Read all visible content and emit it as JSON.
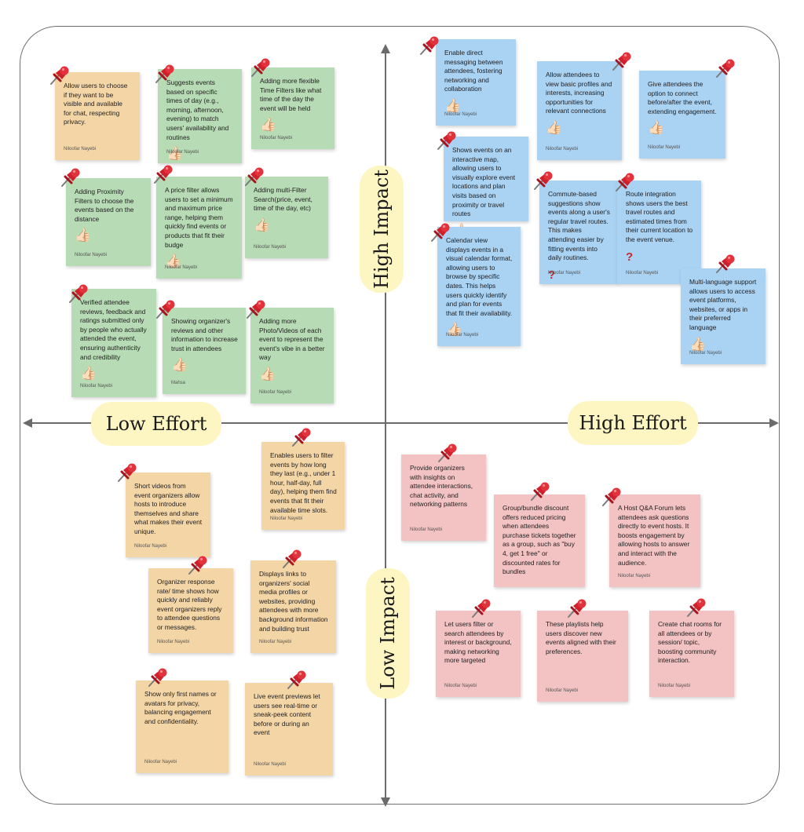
{
  "axes": {
    "low_effort": "Low Effort",
    "high_effort": "High Effort",
    "high_impact": "High Impact",
    "low_impact": "Low Impact"
  },
  "colors": {
    "orange_note": "#f4d5a6",
    "green_note": "#b7dbb4",
    "blue_note": "#a9d2f3",
    "pink_note": "#f3c3c3",
    "axis_label_bg": "#fdf6c3",
    "pin": "#d0202c"
  },
  "icons": {
    "pin": "pushpin-icon",
    "thumb": "thumbs-up-icon",
    "question": "question-mark-icon"
  },
  "notes": [
    {
      "text": "Allow users to choose if they want to be visible and available for chat, respecting privacy.",
      "author": "Niloofar Nayebi",
      "color": "orange",
      "mark": ""
    },
    {
      "text": "Suggests events based on specific times of day (e.g., morning, afternoon, evening) to match users' availability and routines",
      "author": "Niloofar Nayebi",
      "color": "green",
      "mark": "👍🏻"
    },
    {
      "text": "Adding more flexible Time Filters like what time of the day the event will be held",
      "author": "Niloofar Nayebi",
      "color": "green",
      "mark": "👍🏻"
    },
    {
      "text": "Adding Proximity Filters to choose the events based on the distance",
      "author": "Niloofar Nayebi",
      "color": "green",
      "mark": "👍🏻"
    },
    {
      "text": "A price filter allows users to set a minimum and maximum price range, helping them quickly find events or products that fit their budge",
      "author": "Niloofar Nayebi",
      "color": "green",
      "mark": "👍🏻"
    },
    {
      "text": "Adding multi-Filter Search(price, event, time of the day, etc)",
      "author": "Niloofar Nayebi",
      "color": "green",
      "mark": "👍🏻"
    },
    {
      "text": "Verified attendee reviews, feedback and ratings submitted only by people who actually attended the event, ensuring authenticity and credibility",
      "author": "Niloofar Nayebi",
      "color": "green",
      "mark": "👍🏻"
    },
    {
      "text": "Showing organizer's reviews and other information to increase trust in attendees",
      "author": "Mahsa",
      "color": "green",
      "mark": "👍🏻"
    },
    {
      "text": "Adding more Photo/Videos of each event to represent the event's vibe in a better way",
      "author": "Niloofar Nayebi",
      "color": "green",
      "mark": "👍🏻"
    },
    {
      "text": "Enable direct messaging between attendees, fostering networking and collaboration",
      "author": "Niloofar Nayebi",
      "color": "blue",
      "mark": "👍🏻"
    },
    {
      "text": "Allow attendees to view basic profiles and interests, increasing opportunities for relevant connections",
      "author": "Niloofar Nayebi",
      "color": "blue",
      "mark": "👍🏻"
    },
    {
      "text": "Give attendees the option to connect before/after the event, extending engagement.",
      "author": "Niloofar Nayebi",
      "color": "blue",
      "mark": "👍🏻"
    },
    {
      "text": "Shows events on an interactive map, allowing users to visually explore event locations and plan visits based on proximity or travel routes",
      "author": "",
      "color": "blue",
      "mark": "👍🏻"
    },
    {
      "text": "Commute-based suggestions show events along a user's regular travel routes. This makes attending easier by fitting events into daily routines.",
      "author": "Niloofar Nayebi",
      "color": "blue",
      "mark": "?"
    },
    {
      "text": "Route integration shows users the best travel routes and estimated times from their current location to the event venue.",
      "author": "Niloofar Nayebi",
      "color": "blue",
      "mark": "?"
    },
    {
      "text": "Calendar view displays events in a visual calendar format, allowing users to browse by specific dates. This helps users quickly identify and plan for events that fit their availability.",
      "author": "Niloofar Nayebi",
      "color": "blue",
      "mark": "👍🏻"
    },
    {
      "text": "Multi-language support allows users to access event platforms, websites, or apps in their preferred language",
      "author": "Niloofar Nayebi",
      "color": "blue",
      "mark": "👍🏻"
    },
    {
      "text": "Enables users to filter events by how long they last (e.g., under 1 hour, half-day, full day), helping them find events that fit their available time slots.",
      "author": "Niloofar Nayebi",
      "color": "orange",
      "mark": ""
    },
    {
      "text": "Short videos from event organizers allow hosts to introduce themselves and share what makes their event unique.",
      "author": "Niloofar Nayebi",
      "color": "orange",
      "mark": ""
    },
    {
      "text": "Organizer response rate/ time shows how quickly and reliably event organizers reply to attendee questions or messages.",
      "author": "Niloofar Nayebi",
      "color": "orange",
      "mark": ""
    },
    {
      "text": "Displays links to organizers' social media profiles or websites, providing attendees with more background information and building trust",
      "author": "Niloofar Nayebi",
      "color": "orange",
      "mark": ""
    },
    {
      "text": "Show only first names or avatars for privacy, balancing engagement and confidentiality.",
      "author": "Niloofar Nayebi",
      "color": "orange",
      "mark": ""
    },
    {
      "text": "Live event previews let users see real-time or sneak-peek content before or during an event",
      "author": "Niloofar Nayebi",
      "color": "orange",
      "mark": ""
    },
    {
      "text": "Provide organizers with insights on attendee interactions, chat activity, and networking patterns",
      "author": "Niloofar Nayebi",
      "color": "pink",
      "mark": ""
    },
    {
      "text": "Group/bundle discount offers reduced pricing when attendees purchase tickets together as a group, such as \"buy 4, get 1 free\" or discounted rates for bundles",
      "author": "",
      "color": "pink",
      "mark": ""
    },
    {
      "text": "A Host Q&A Forum lets attendees ask questions directly to event hosts. It boosts engagement by allowing hosts to answer and interact with the audience.",
      "author": "Niloofar Nayebi",
      "color": "pink",
      "mark": ""
    },
    {
      "text": "Let users filter or search attendees by interest or background, making networking more targeted",
      "author": "Niloofar Nayebi",
      "color": "pink",
      "mark": ""
    },
    {
      "text": "These playlists help users discover new events aligned with their preferences.",
      "author": "Niloofar Nayebi",
      "color": "pink",
      "mark": ""
    },
    {
      "text": "Create chat rooms for all attendees or by session/ topic, boosting community interaction.",
      "author": "Niloofar Nayebi",
      "color": "pink",
      "mark": ""
    }
  ]
}
